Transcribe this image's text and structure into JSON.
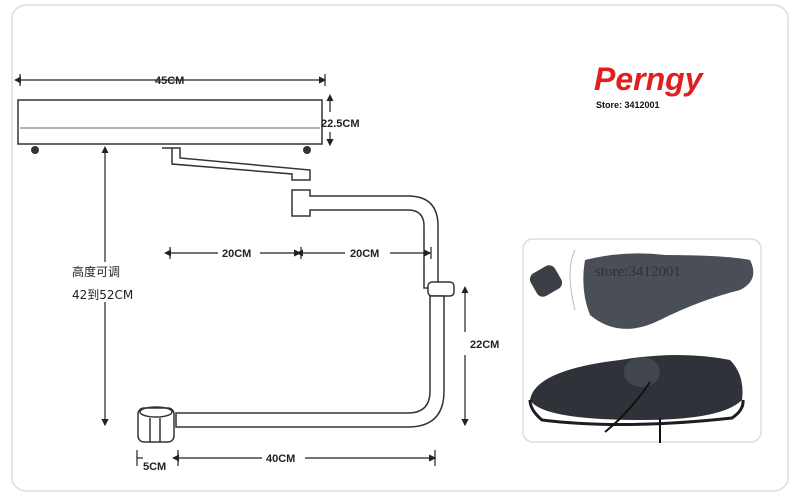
{
  "logo": {
    "brand": "Perngy",
    "store": "Store: 3412001",
    "brand_color": "#e02020"
  },
  "dimensions": {
    "tray_width": "45CM",
    "tray_depth": "22.5CM",
    "height_label": "高度可调",
    "height_range": "42到52CM",
    "arm_segment_1": "20CM",
    "arm_segment_2": "20CM",
    "vertical_drop": "22CM",
    "clamp_width": "5CM",
    "base_length": "40CM"
  },
  "photo": {
    "watermark": "store:3412001"
  }
}
